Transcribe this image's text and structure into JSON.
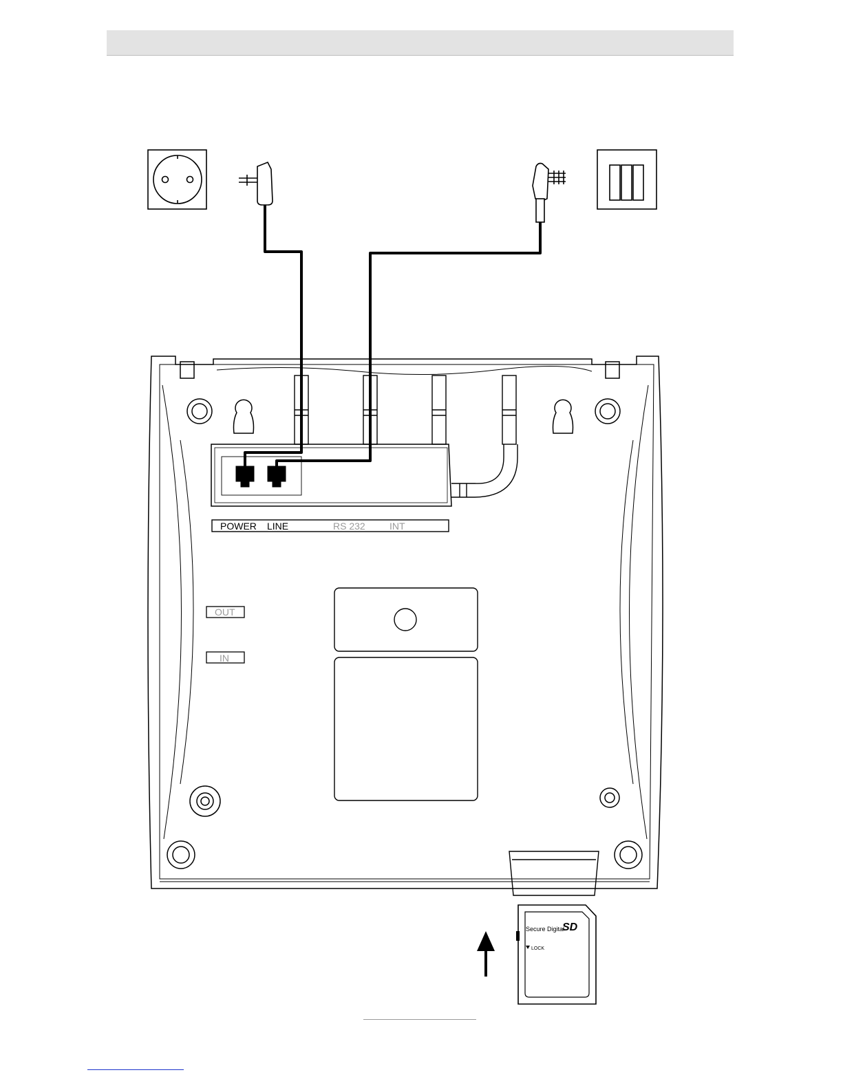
{
  "base_labels": {
    "power": "POWER",
    "line": "LINE",
    "rs232": "RS 232",
    "int": "INT",
    "out": "OUT",
    "in": "IN"
  },
  "sd_card": {
    "brand": "Secure Digital",
    "logo": "SD",
    "lock": "LOCK"
  },
  "colors": {
    "line": "#000000",
    "faded_label": "#9a9a9a",
    "header_bar": "#e3e3e3"
  }
}
